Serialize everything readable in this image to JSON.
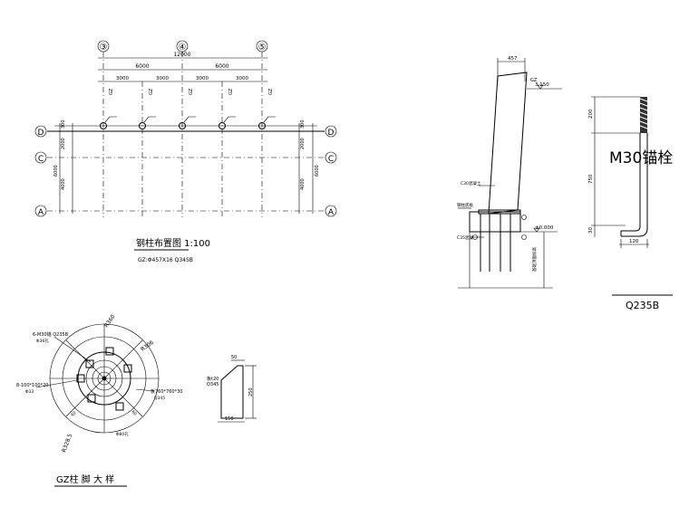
{
  "plan": {
    "axes_top": [
      "③",
      "④",
      "⑤"
    ],
    "axes_side": [
      "D",
      "C",
      "A"
    ],
    "dim_total": "12000",
    "dim_half": [
      "6000",
      "6000"
    ],
    "dim_quarter": [
      "3000",
      "3000",
      "3000",
      "3000"
    ],
    "gz_tag": "GZ",
    "side_left": [
      "300",
      "2000",
      "6000",
      "4000"
    ],
    "side_right": [
      "300",
      "2000",
      "6000",
      "4000"
    ],
    "title": "钢柱布置图 1:100",
    "note": "GZ:Φ457X16 Q345B"
  },
  "section": {
    "dim_top": "457",
    "elev_top": "3.150",
    "elev_zero": "±0.000",
    "label_fill": "C30混凝土",
    "label_base": "C35混凝",
    "label_left": "钢柱底板",
    "label_right": "基础顶面标高"
  },
  "bolt": {
    "label": "M30锚栓",
    "dim_200": "200",
    "dim_750": "750",
    "dim_30": "30",
    "dim_120": "120",
    "material": "Q235B"
  },
  "base": {
    "r360": "R360",
    "r306": "R306",
    "r3285": "R328.5",
    "bolt_note": "6-M30锚 Q235B",
    "bolt_hole": "Φ36孔",
    "stiff_plate": "8-100*100*20",
    "stiff_sub": "Φ33",
    "base_plate": "板760*760*30",
    "base_sub": "Q345",
    "ring_note": "Φ80孔",
    "dim_60": "60",
    "title": "GZ柱 脚 大 样"
  },
  "stiffener": {
    "label": "板t20",
    "sub": "Q345",
    "dim_50": "50",
    "dim_250": "250",
    "dim_150": "150"
  }
}
